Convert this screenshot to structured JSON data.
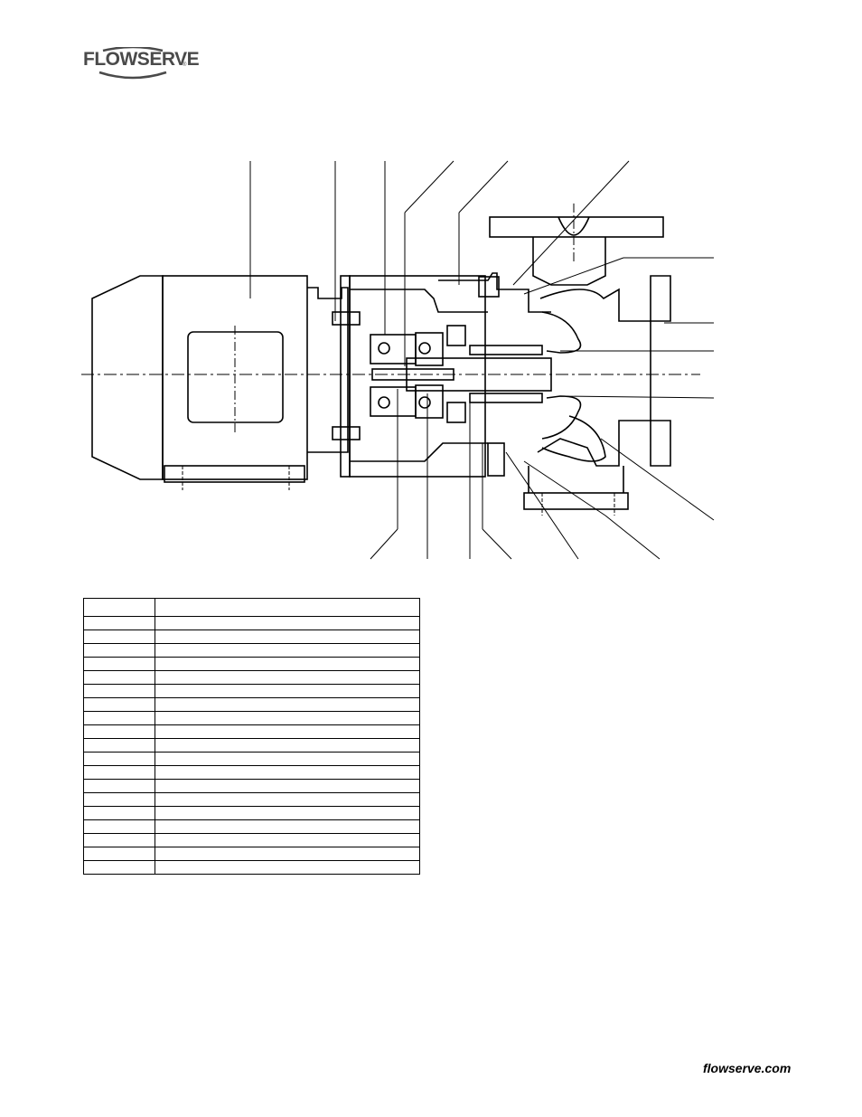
{
  "header": {
    "logo_text": "FLOWSERVE",
    "logo_reg": "®",
    "logo_icon": "flowserve-arc-logo",
    "logo_color": "#4a4a4a"
  },
  "drawing": {
    "icon": "pump-sectional-drawing"
  },
  "parts_table": {
    "header": [
      "",
      ""
    ],
    "rows": [
      [
        "",
        ""
      ],
      [
        "",
        ""
      ],
      [
        "",
        ""
      ],
      [
        "",
        ""
      ],
      [
        "",
        ""
      ],
      [
        "",
        ""
      ],
      [
        "",
        ""
      ],
      [
        "",
        ""
      ],
      [
        "",
        ""
      ],
      [
        "",
        ""
      ],
      [
        "",
        ""
      ],
      [
        "",
        ""
      ],
      [
        "",
        ""
      ],
      [
        "",
        ""
      ],
      [
        "",
        ""
      ],
      [
        "",
        ""
      ],
      [
        "",
        ""
      ],
      [
        "",
        ""
      ],
      [
        "",
        ""
      ]
    ]
  },
  "footer": {
    "url": "flowserve.com"
  }
}
